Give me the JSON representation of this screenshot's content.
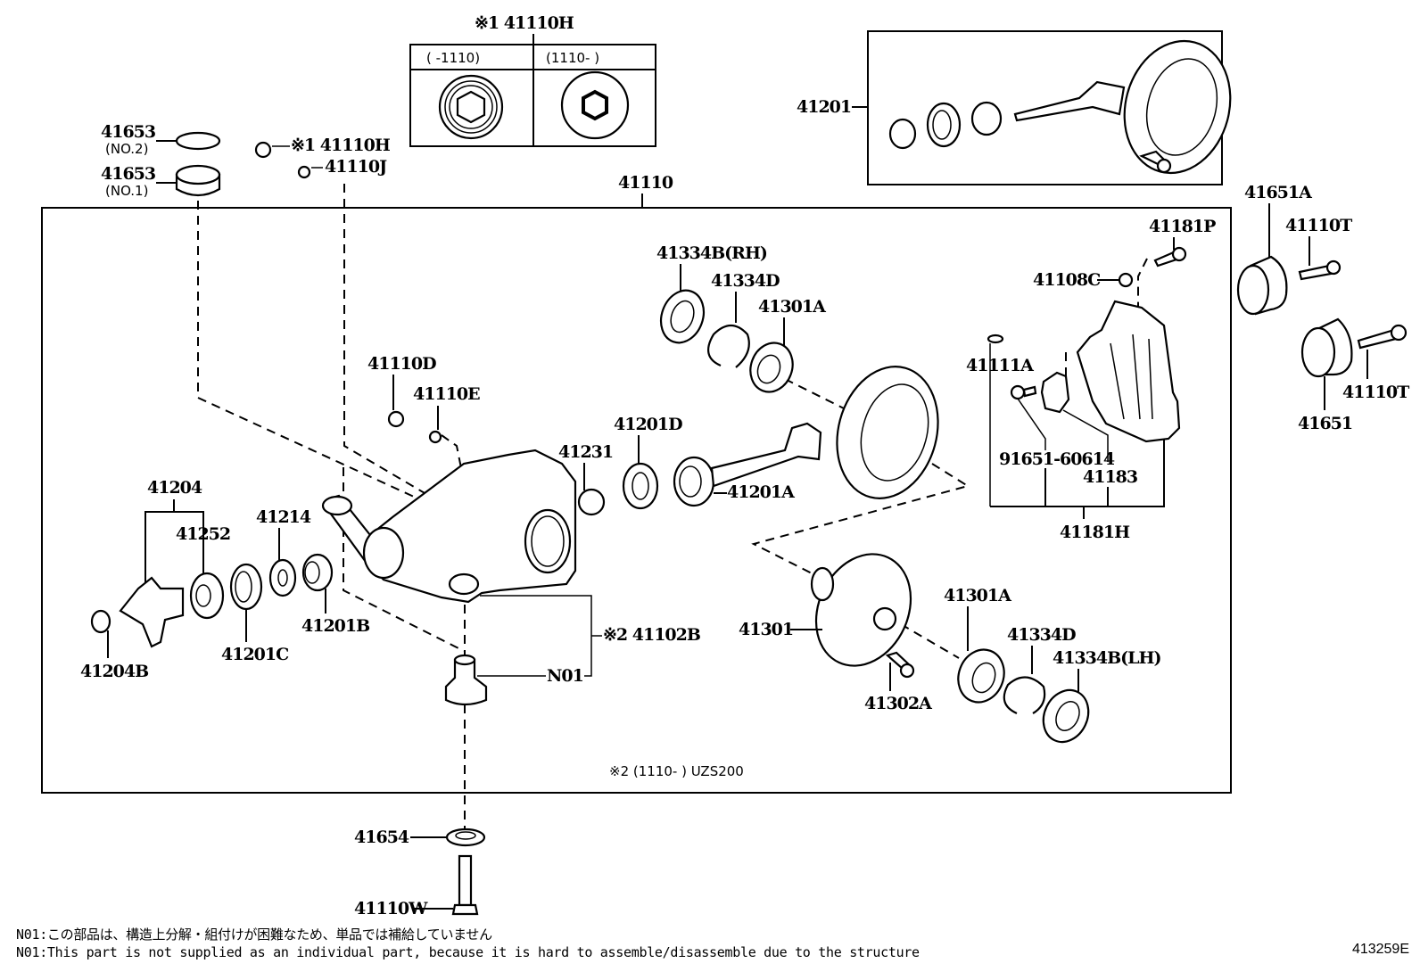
{
  "diagram": {
    "title_callout": "※1 41110H",
    "inset_41110H": {
      "col_left_header": "(     -1110)",
      "col_right_header": "(1110-     )"
    },
    "main_box_label": "41110",
    "main_box_note": "※2 (1110-      ) UZS200",
    "labels": {
      "p41653_no2": "41653",
      "p41653_no2_sub": "(NO.2)",
      "p41653_no1": "41653",
      "p41653_no1_sub": "(NO.1)",
      "p41110H_small": "※1 41110H",
      "p41110J": "41110J",
      "p41201": "41201",
      "p41651A": "41651A",
      "p41110T_top": "41110T",
      "p41110T_bottom": "41110T",
      "p41651": "41651",
      "p41181P": "41181P",
      "p41108C": "41108C",
      "p41111A": "41111A",
      "p91651_60614": "91651-60614",
      "p41183": "41183",
      "p41181H": "41181H",
      "p41334B_RH": "41334B(RH)",
      "p41334D_top": "41334D",
      "p41301A_top": "41301A",
      "p41110D": "41110D",
      "p41110E": "41110E",
      "p41201D": "41201D",
      "p41231": "41231",
      "p41201A": "41201A",
      "p41204": "41204",
      "p41252": "41252",
      "p41214": "41214",
      "p41201B": "41201B",
      "p41201C": "41201C",
      "p41204B": "41204B",
      "p41102B": "※2 41102B",
      "pN01": "N01",
      "p41301": "41301",
      "p41301A_bottom": "41301A",
      "p41334D_bottom": "41334D",
      "p41334B_LH": "41334B(LH)",
      "p41302A": "41302A",
      "p41654": "41654",
      "p41110W": "41110W"
    }
  },
  "notes": {
    "note_jp": "N01:この部品は、構造上分解・組付けが困難なため、単品では補給していません",
    "note_en": "N01:This part is not supplied as an individual part, because it is hard to assemble/disassemble due to the structure"
  },
  "figure_code": "413259E"
}
